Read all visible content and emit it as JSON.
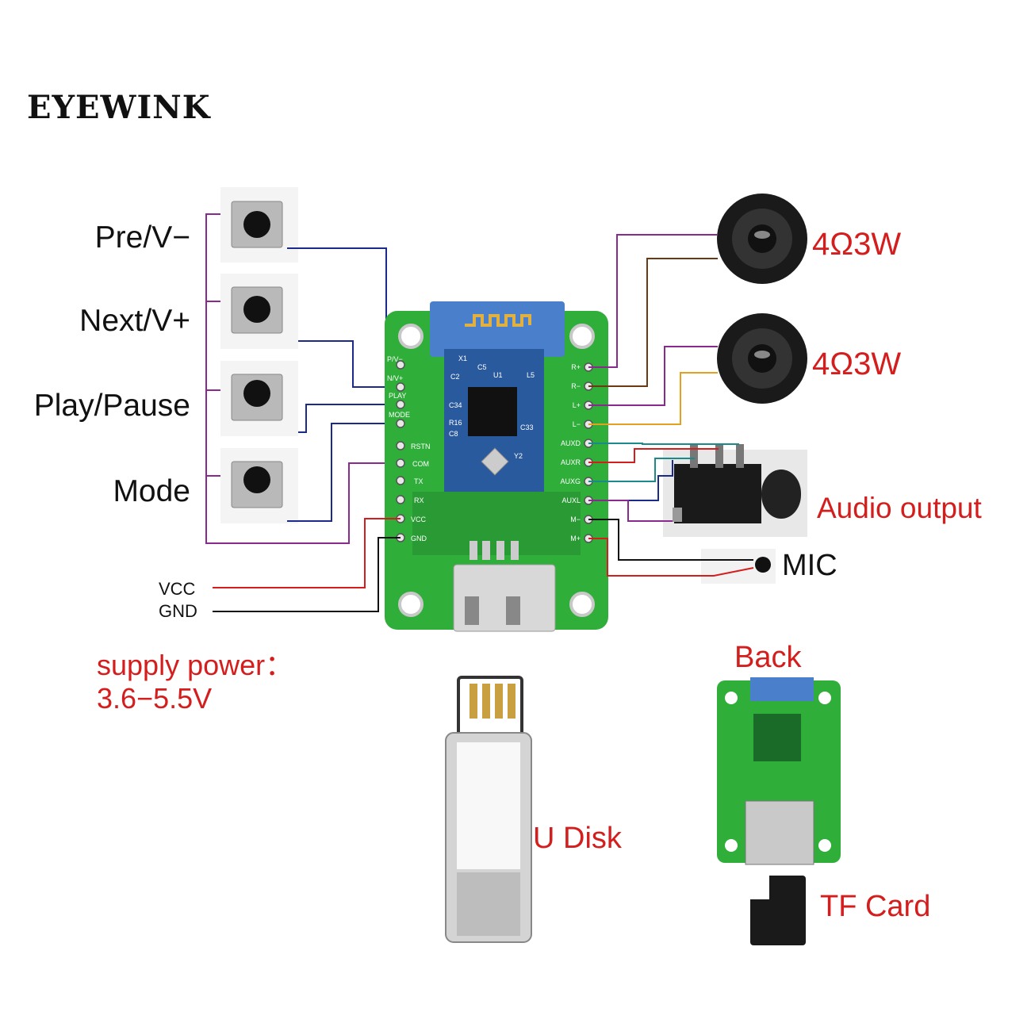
{
  "brand": "EYEWINK",
  "buttons": [
    {
      "label": "Pre/V−"
    },
    {
      "label": "Next/V+"
    },
    {
      "label": "Play/Pause"
    },
    {
      "label": "Mode"
    }
  ],
  "speakers": [
    {
      "label": "4Ω3W"
    },
    {
      "label": "4Ω3W"
    }
  ],
  "left_pins": [
    "P/V−",
    "N/V+",
    "PLAY",
    "MODE",
    "RSTN",
    "COM",
    "TX",
    "RX",
    "VCC",
    "GND"
  ],
  "right_pins": [
    "R+",
    "R−",
    "L+",
    "L−",
    "AUXD",
    "AUXR",
    "AUXG",
    "AUXL",
    "M−",
    "M+"
  ],
  "audio_output": "Audio output",
  "mic": "MIC",
  "power_pins": {
    "vcc": "VCC",
    "gnd": "GND"
  },
  "supply": {
    "line1": "supply power：",
    "line2": "3.6−5.5V"
  },
  "u_disk": "U Disk",
  "back": "Back",
  "tf_card": "TF Card",
  "board_marks": [
    "X1",
    "C5",
    "U1",
    "L5",
    "C2",
    "C34",
    "R16",
    "C8",
    "C33",
    "Y2"
  ],
  "colors": {
    "pcb": "#2fae3a",
    "module": "#2a5a9e",
    "accent_red": "#d41e1e",
    "wire_purple": "#8a2a8e",
    "wire_blue": "#1a2b8c",
    "wire_brown": "#6b3a12",
    "wire_orange": "#e5a020",
    "wire_teal": "#1a8a8a"
  }
}
